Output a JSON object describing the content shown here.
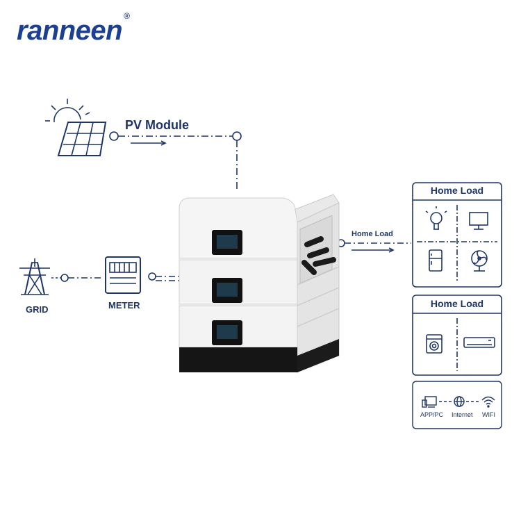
{
  "brand": {
    "logo_text": "ranneen",
    "registered_mark": "®",
    "color": "#1d3f8f"
  },
  "labels": {
    "pv_module": "PV Module",
    "grid": "GRID",
    "meter": "METER",
    "home_load_link": "Home Load"
  },
  "panels": [
    {
      "title": "Home Load",
      "icons": [
        "light-bulb-icon",
        "monitor-icon",
        "refrigerator-icon",
        "fan-icon"
      ]
    },
    {
      "title": "Home Load",
      "icons": [
        "washing-machine-icon",
        "air-conditioner-icon"
      ]
    },
    {
      "items": [
        {
          "label": "APP/PC",
          "icon": "app-pc-icon"
        },
        {
          "label": "Internet",
          "icon": "globe-icon"
        },
        {
          "label": "WIFI",
          "icon": "wifi-icon"
        }
      ]
    }
  ],
  "colors": {
    "line": "#1e3566",
    "battery_body": "#f4f4f4",
    "battery_base": "#151515"
  }
}
